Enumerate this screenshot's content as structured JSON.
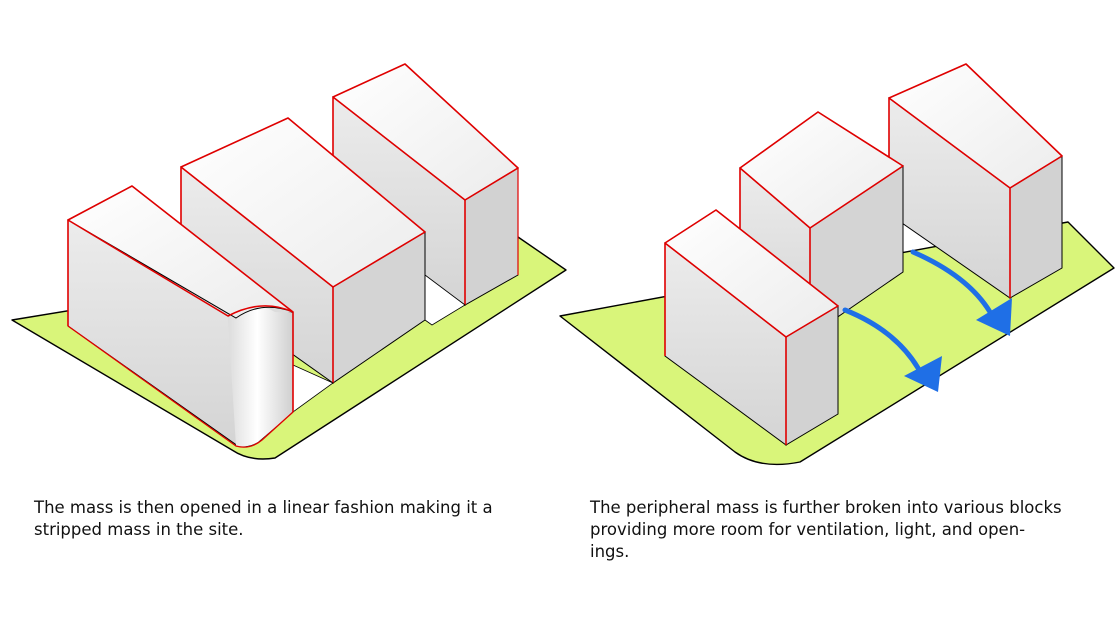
{
  "captions": {
    "left": {
      "lines": [
        "The mass is then opened in a linear fashion making it a",
        "stripped mass in the site."
      ]
    },
    "right": {
      "lines": [
        "The peripheral mass is further broken into various blocks",
        "providing more room for ventilation, light, and open-",
        "ings."
      ]
    }
  },
  "colors": {
    "site_fill": "#d9f57a",
    "edge_highlight": "#e00000",
    "block_top": "#f4f4f4",
    "block_front": "#dedede",
    "block_side": "#cfcfcf",
    "arrow": "#1f6fe6"
  }
}
